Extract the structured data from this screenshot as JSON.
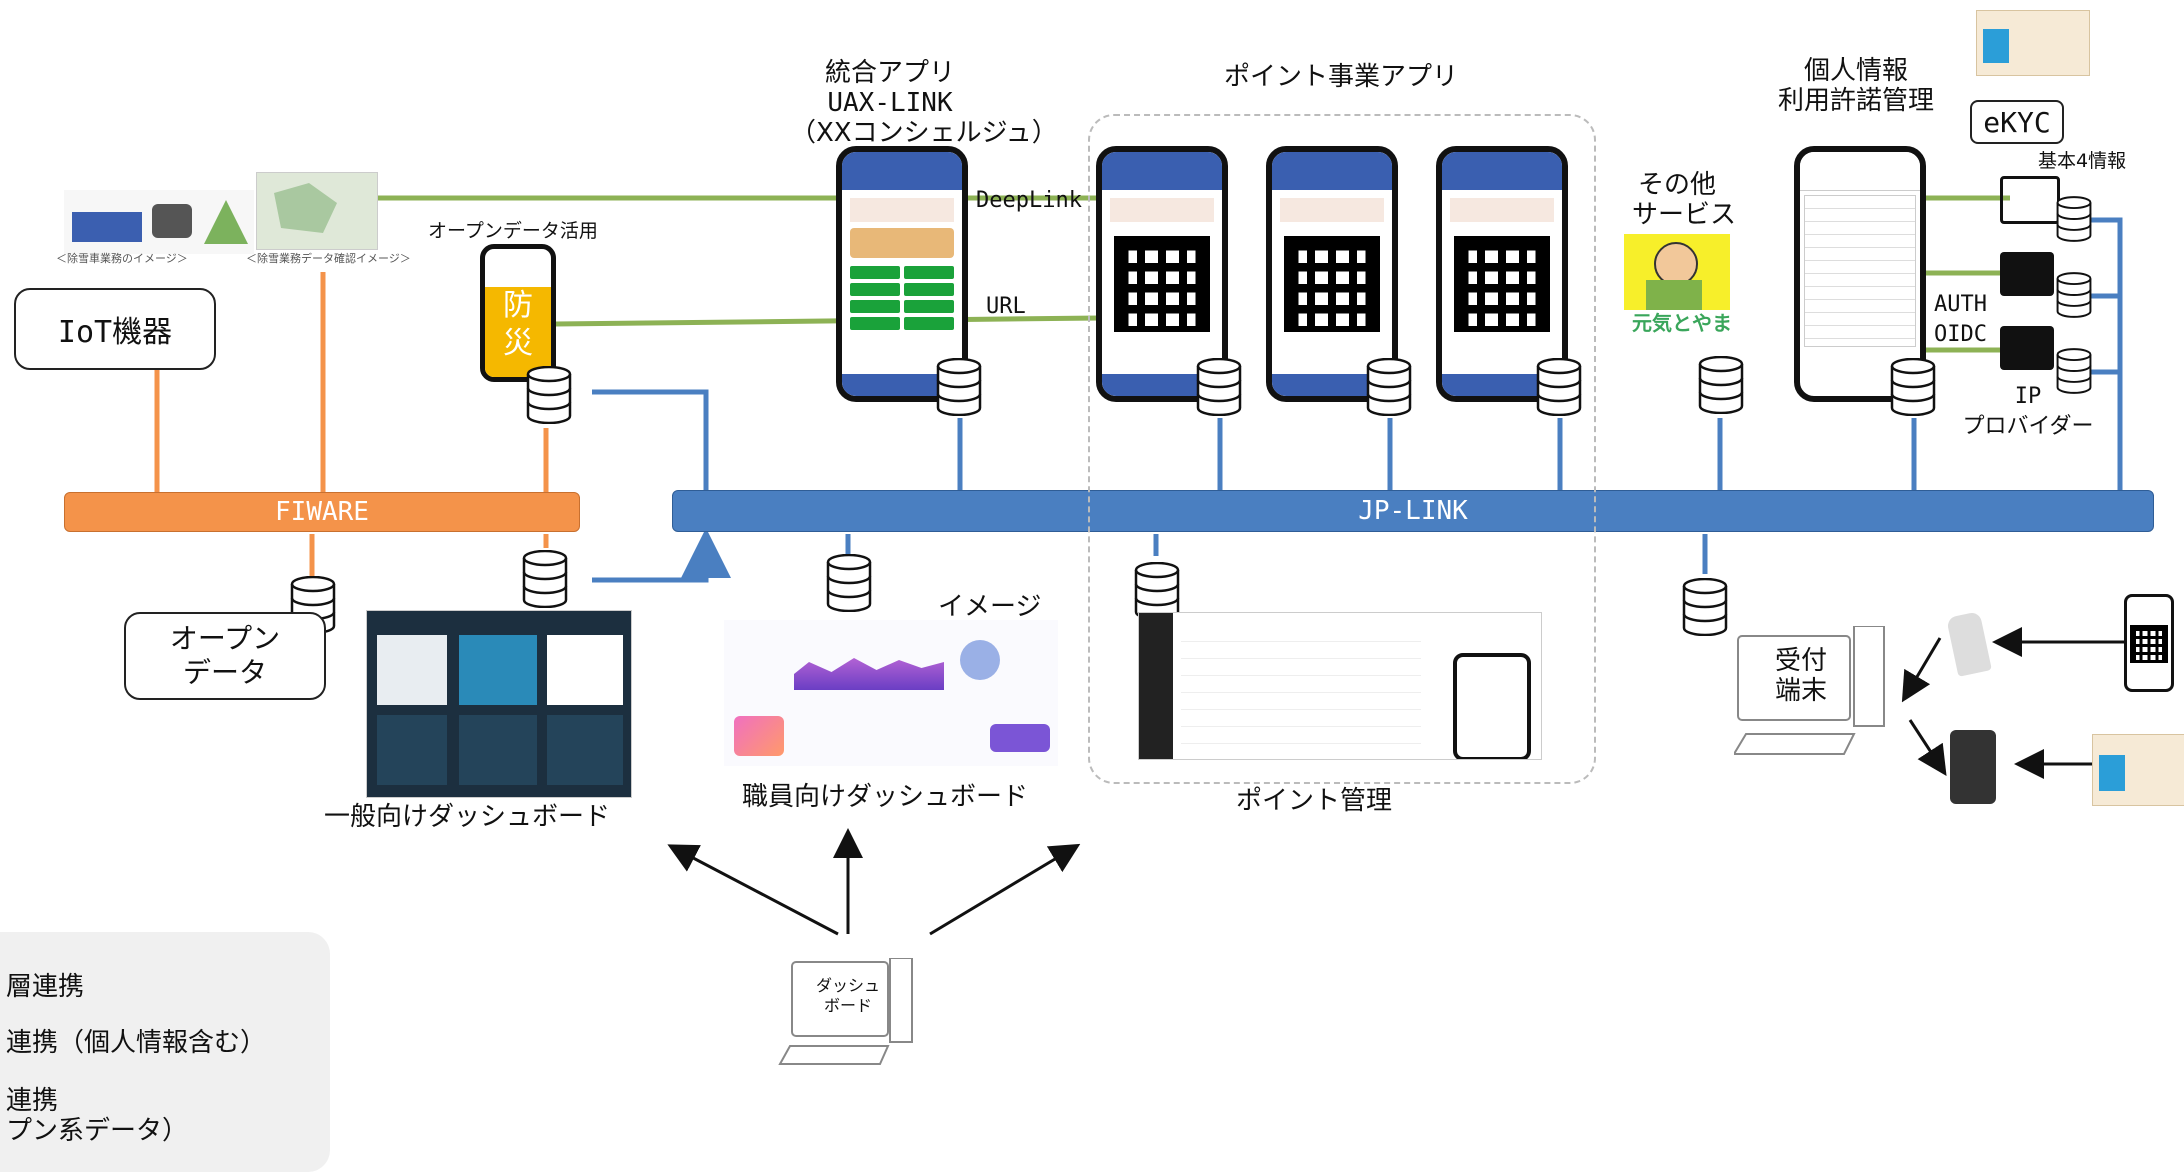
{
  "colors": {
    "fiware": "#f4934a",
    "jplink": "#4a7fc1",
    "green_line": "#8db255",
    "orange_line": "#f4934a",
    "blue_line": "#4a7fc1"
  },
  "labels": {
    "integrated_app": [
      "統合アプリ",
      "UAX-LINK",
      "（XXコンシェルジュ）"
    ],
    "point_app": "ポイント事業アプリ",
    "open_data_use": "オープンデータ活用",
    "deeplink": "DeepLink",
    "url": "URL",
    "other_services": [
      "その他",
      "サービス"
    ],
    "genki_toyama": "元気とやま",
    "personal_info": [
      "個人情報",
      "利用許諾管理"
    ],
    "ekyc": "eKYC",
    "basic_info": "基本4情報",
    "auth": [
      "AUTH",
      "OIDC"
    ],
    "idp": [
      "IP",
      "プロバイダー"
    ],
    "iot": "IoT機器",
    "fiware": "FIWARE",
    "jplink": "JP-LINK",
    "open_data": [
      "オープン",
      "データ"
    ],
    "image": "イメージ",
    "public_dashboard": "一般向けダッシュボード",
    "staff_dashboard": "職員向けダッシュボード",
    "point_mgmt": "ポイント管理",
    "reception": [
      "受付",
      "端末"
    ],
    "dashboard_pc": [
      "ダッシュ",
      "ボード"
    ],
    "bousai": [
      "防",
      "災"
    ],
    "snow_caption_1": "＜除雪車業務のイメージ＞",
    "snow_caption_2": "＜除雪業務データ確認イメージ＞"
  },
  "legend": [
    "層連携",
    "連携（個人情報含む）",
    "連携",
    "プン系データ）"
  ]
}
